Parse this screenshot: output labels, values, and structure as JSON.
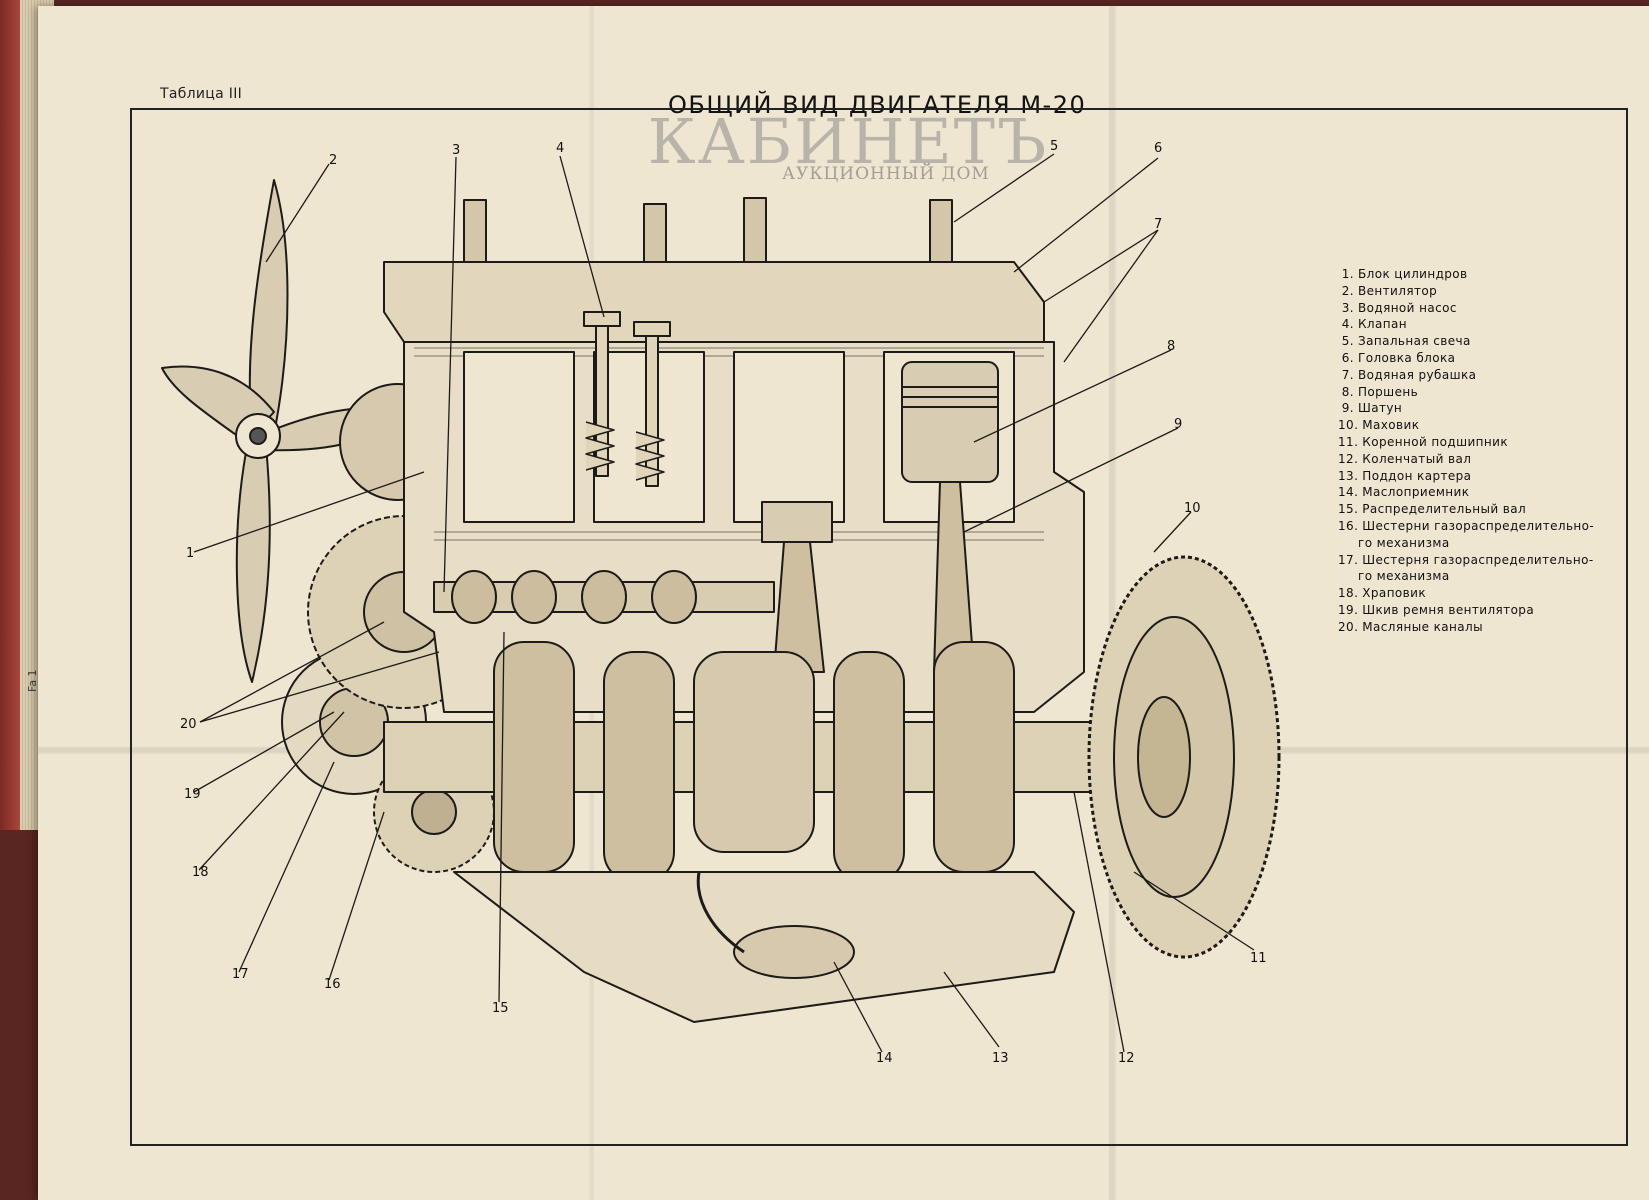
{
  "page_note": "Таблица III",
  "title": "ОБЩИЙ ВИД ДВИГАТЕЛЯ М-20",
  "watermark": {
    "brand": "КАБИНЕТЪ",
    "subtitle": "АУКЦИОННЫЙ ДОМ"
  },
  "legend": [
    {
      "n": "1.",
      "text": "Блок цилиндров"
    },
    {
      "n": "2.",
      "text": "Вентилятор"
    },
    {
      "n": "3.",
      "text": "Водяной насос"
    },
    {
      "n": "4.",
      "text": "Клапан"
    },
    {
      "n": "5.",
      "text": "Запальная свеча"
    },
    {
      "n": "6.",
      "text": "Головка блока"
    },
    {
      "n": "7.",
      "text": "Водяная рубашка"
    },
    {
      "n": "8.",
      "text": "Поршень"
    },
    {
      "n": "9.",
      "text": "Шатун"
    },
    {
      "n": "10.",
      "text": "Маховик"
    },
    {
      "n": "11.",
      "text": "Коренной подшипник"
    },
    {
      "n": "12.",
      "text": "Коленчатый вал"
    },
    {
      "n": "13.",
      "text": "Поддон картера"
    },
    {
      "n": "14.",
      "text": "Маслоприемник"
    },
    {
      "n": "15.",
      "text": "Распределительный вал"
    },
    {
      "n": "16.",
      "text": "Шестерни газораспределительно-",
      "cont": "го механизма"
    },
    {
      "n": "17.",
      "text": "Шестерня газораспределительно-",
      "cont": "го механизма"
    },
    {
      "n": "18.",
      "text": "Храповик"
    },
    {
      "n": "19.",
      "text": "Шкив ремня вентилятора"
    },
    {
      "n": "20.",
      "text": "Масляные каналы"
    }
  ],
  "callouts": [
    "1",
    "2",
    "3",
    "4",
    "5",
    "6",
    "7",
    "8",
    "9",
    "10",
    "11",
    "12",
    "13",
    "14",
    "15",
    "16",
    "17",
    "18",
    "19",
    "20"
  ],
  "side_mark": "Fa 1"
}
